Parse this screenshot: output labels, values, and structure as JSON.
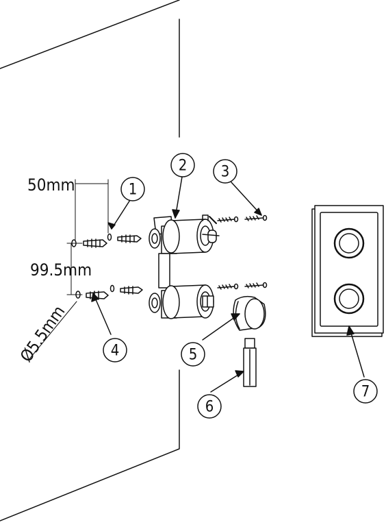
{
  "dimensions": {
    "spacing_horizontal": "50mm",
    "spacing_vertical": "99.5mm",
    "drill_diameter": "Ø5.5mm"
  },
  "callouts": [
    "1",
    "2",
    "3",
    "4",
    "5",
    "6",
    "7"
  ]
}
